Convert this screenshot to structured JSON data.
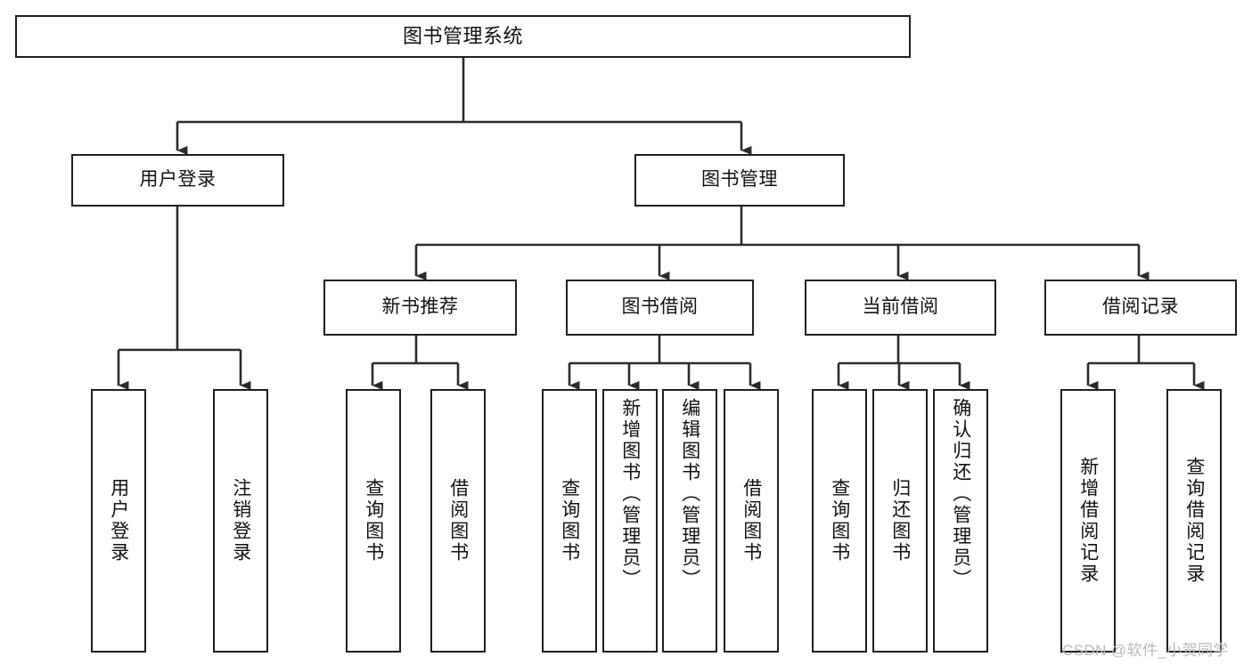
{
  "diagram": {
    "title": "图书管理系统",
    "type": "hierarchy-tree",
    "stroke_color": "#1f1f1f",
    "fill_color": "#ffffff",
    "text_color": "#111111"
  },
  "nodes": {
    "root": {
      "label": "图书管理系统"
    },
    "level1": [
      {
        "label": "用户登录"
      },
      {
        "label": "图书管理"
      }
    ],
    "level2": [
      {
        "label": "新书推荐"
      },
      {
        "label": "图书借阅"
      },
      {
        "label": "当前借阅"
      },
      {
        "label": "借阅记录"
      }
    ],
    "leaves": {
      "user_login": [
        {
          "label": "用户登录"
        },
        {
          "label": "注销登录"
        }
      ],
      "new_book": [
        {
          "label": "查询图书"
        },
        {
          "label": "借阅图书"
        }
      ],
      "book_borrow": [
        {
          "label": "查询图书"
        },
        {
          "label": "新增图书（管理员）"
        },
        {
          "label": "编辑图书（管理员）"
        },
        {
          "label": "借阅图书"
        }
      ],
      "current_borrow": [
        {
          "label": "查询图书"
        },
        {
          "label": "归还图书"
        },
        {
          "label": "确认归还（管理员）"
        }
      ],
      "borrow_record": [
        {
          "label": "新增借阅记录"
        },
        {
          "label": "查询借阅记录"
        }
      ]
    }
  },
  "watermark": {
    "text": "CSDN @软件_小贺同学"
  }
}
